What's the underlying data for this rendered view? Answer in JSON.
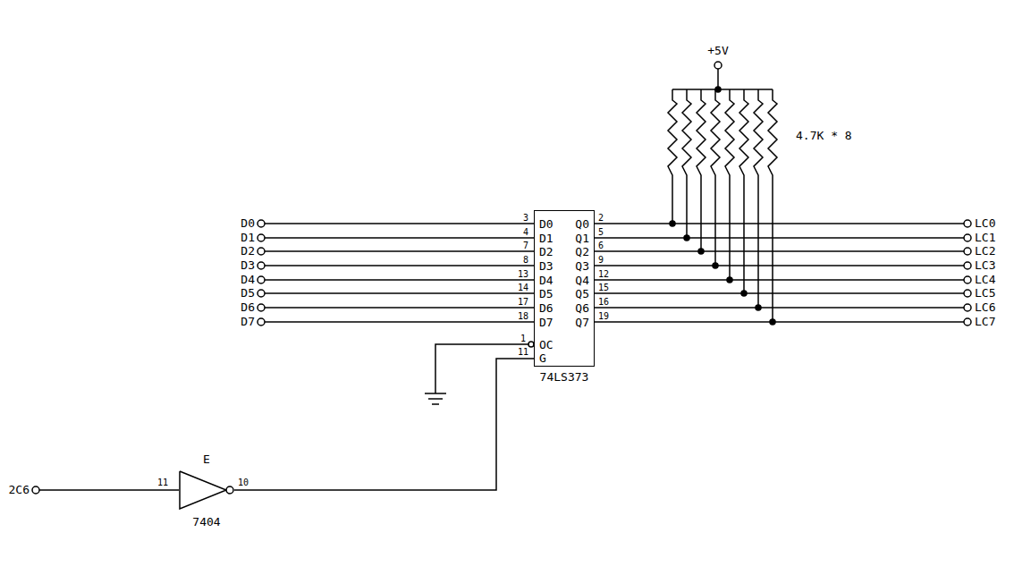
{
  "diagram": {
    "nodes": [
      {
        "text": [
          "D0",
          "Q0",
          "D1",
          "Q1",
          "D2",
          "Q2",
          "D3",
          "Q3",
          "D4",
          "Q4",
          "D5",
          "Q5",
          "D6",
          "Q6",
          "D7",
          "Q7",
          "OC",
          "G",
          "74LS373"
        ]
      },
      {
        "text": [
          "E",
          "7404"
        ]
      }
    ],
    "edges": [
      {
        "from": 1,
        "to": 0,
        "arrow": "none"
      }
    ],
    "labels": [
      "+5V",
      "4.7K * 8",
      "D0",
      "D1",
      "D2",
      "D3",
      "D4",
      "D5",
      "D6",
      "D7",
      "3",
      "4",
      "7",
      "8",
      "13",
      "14",
      "17",
      "18",
      "2",
      "5",
      "6",
      "9",
      "12",
      "15",
      "16",
      "19",
      "LC0",
      "LC1",
      "LC2",
      "LC3",
      "LC4",
      "LC5",
      "LC6",
      "LC7",
      "1",
      "11",
      "2C6",
      "11",
      "10"
    ]
  }
}
